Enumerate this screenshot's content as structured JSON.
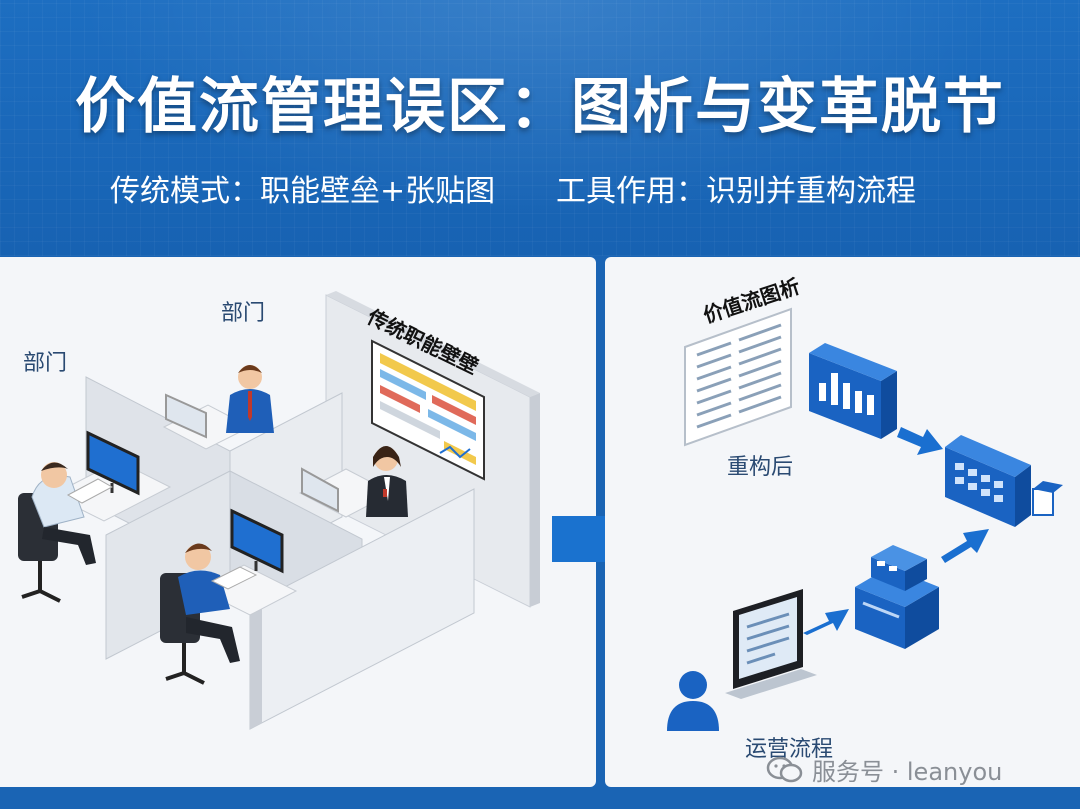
{
  "title": "价值流管理误区：图析与变革脱节",
  "subtitle_left": "传统模式：职能壁垒+张贴图",
  "subtitle_right": "工具作用：识别并重构流程",
  "left_panel": {
    "dept_label_1": "部门",
    "dept_label_2": "部门",
    "wall_label": "传统职能壁壁"
  },
  "right_panel": {
    "doc_label": "价值流图析",
    "restructured_label": "重构后",
    "operations_label": "运营流程"
  },
  "watermark": {
    "text": "服务号 · leanyou",
    "icon": "wechat-icon"
  },
  "colors": {
    "brand_blue": "#1a64b4",
    "accent_blue": "#1f6fd0",
    "panel_bg": "#f4f6f9"
  }
}
